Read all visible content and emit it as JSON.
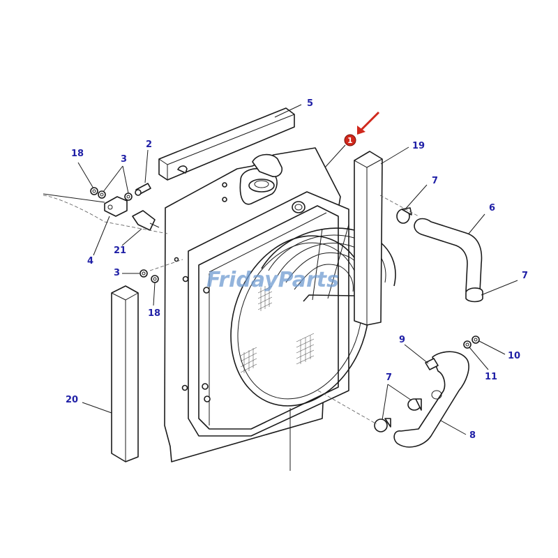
{
  "watermark": "FridayParts",
  "colors": {
    "callout_text": "#1f1fa6",
    "highlight": "#d0281c",
    "watermark": "#6f9bd1",
    "line": "#1a1a1a"
  },
  "highlight_badge": {
    "label": "1",
    "icon": "red-arrow-icon"
  },
  "callouts": [
    {
      "id": "c5",
      "label": "5"
    },
    {
      "id": "c19",
      "label": "19"
    },
    {
      "id": "c18a",
      "label": "18"
    },
    {
      "id": "c3a",
      "label": "3"
    },
    {
      "id": "c2",
      "label": "2"
    },
    {
      "id": "c7a",
      "label": "7"
    },
    {
      "id": "c6",
      "label": "6"
    },
    {
      "id": "c4",
      "label": "4"
    },
    {
      "id": "c21",
      "label": "21"
    },
    {
      "id": "c3b",
      "label": "3"
    },
    {
      "id": "c7b",
      "label": "7"
    },
    {
      "id": "c18b",
      "label": "18"
    },
    {
      "id": "c9",
      "label": "9"
    },
    {
      "id": "c10",
      "label": "10"
    },
    {
      "id": "c11",
      "label": "11"
    },
    {
      "id": "c7c",
      "label": "7"
    },
    {
      "id": "c20",
      "label": "20"
    },
    {
      "id": "c8",
      "label": "8"
    }
  ]
}
